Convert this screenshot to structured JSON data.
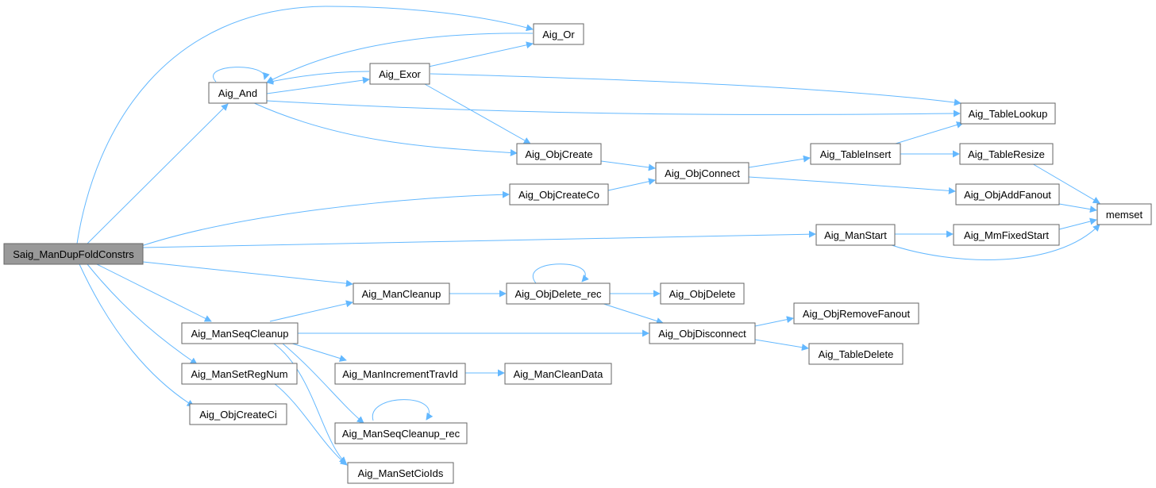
{
  "colors": {
    "edge": "#63b8ff",
    "node_border": "#666666",
    "node_fill": "#ffffff",
    "root_fill": "#999999",
    "text": "#000000"
  },
  "nodes": {
    "root": "Saig_ManDupFoldConstrs",
    "and": "Aig_And",
    "or": "Aig_Or",
    "exor": "Aig_Exor",
    "tablelookup": "Aig_TableLookup",
    "objcreate": "Aig_ObjCreate",
    "objconnect": "Aig_ObjConnect",
    "tableinsert": "Aig_TableInsert",
    "tableresize": "Aig_TableResize",
    "objcreateco": "Aig_ObjCreateCo",
    "objaddfanout": "Aig_ObjAddFanout",
    "memset": "memset",
    "manstart": "Aig_ManStart",
    "mmfixedstart": "Aig_MmFixedStart",
    "mancleanup": "Aig_ManCleanup",
    "objdeleterec": "Aig_ObjDelete_rec",
    "objdelete": "Aig_ObjDelete",
    "objremovefanout": "Aig_ObjRemoveFanout",
    "manseqcleanup": "Aig_ManSeqCleanup",
    "objdisconnect": "Aig_ObjDisconnect",
    "tabledelete": "Aig_TableDelete",
    "mansetregnum": "Aig_ManSetRegNum",
    "manincrementtravid": "Aig_ManIncrementTravId",
    "mancleandata": "Aig_ManCleanData",
    "objcreateci": "Aig_ObjCreateCi",
    "manseqcleanuprec": "Aig_ManSeqCleanup_rec",
    "mansetciids": "Aig_ManSetCioIds"
  }
}
